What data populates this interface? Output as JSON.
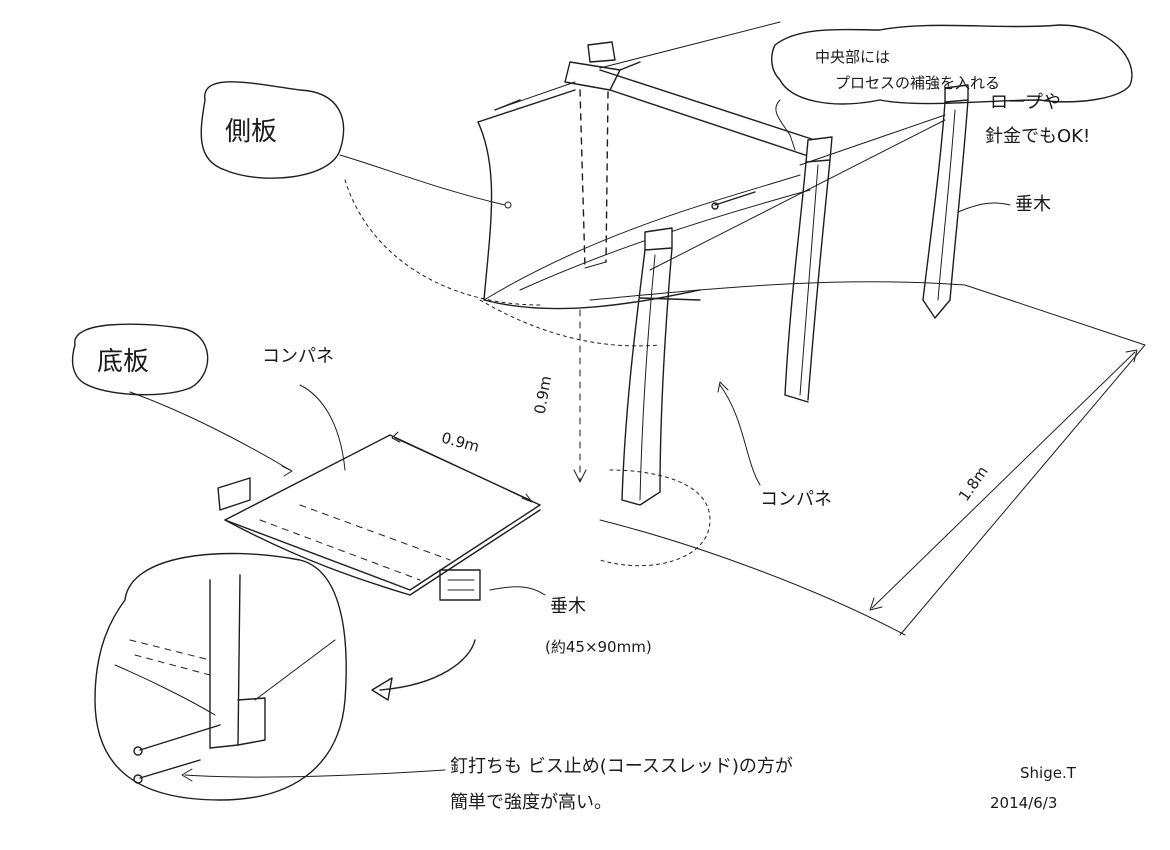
{
  "labels": {
    "side_board": "側板",
    "bottom_board": "底板",
    "plywood_top": "コンパネ",
    "plywood_right": "コンパネ",
    "post_right": "垂木",
    "post_bottom": "垂木",
    "post_size": "(約45×90mm)",
    "height": "0.9m",
    "width": "0.9m",
    "depth": "1.8m",
    "reinforce_line1": "中央部には",
    "reinforce_line2": "プロセスの補強を入れる",
    "rope_line1": "ロープや",
    "rope_line2": "針金でもOK!",
    "note_line1": "釘打ちも ビス止め(コーススレッド)の方が",
    "note_line2": "簡単で強度が高い。",
    "signature": "Shige.T",
    "date": "2014/6/3"
  }
}
